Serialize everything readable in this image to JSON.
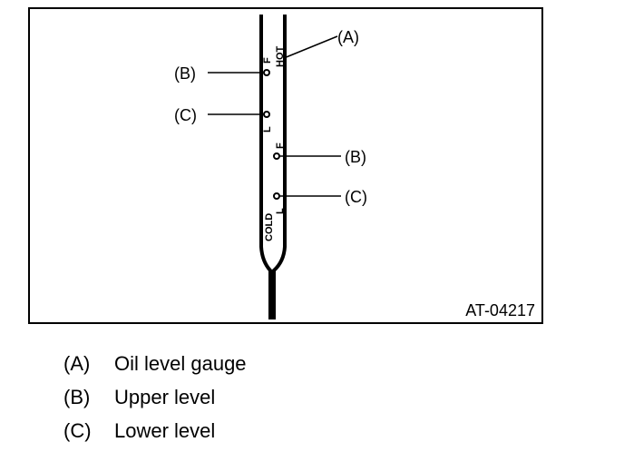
{
  "diagram": {
    "figure_id": "AT-04217",
    "gauge_markings": {
      "hot_label": "HOT",
      "cold_label": "COLD",
      "full_mark": "F",
      "low_mark": "L"
    },
    "callouts": {
      "a": "(A)",
      "b": "(B)",
      "c": "(C)"
    }
  },
  "legend": [
    {
      "key": "(A)",
      "text": "Oil level gauge"
    },
    {
      "key": "(B)",
      "text": "Upper level"
    },
    {
      "key": "(C)",
      "text": "Lower level"
    }
  ],
  "colors": {
    "ink": "#000000",
    "background": "#ffffff"
  }
}
